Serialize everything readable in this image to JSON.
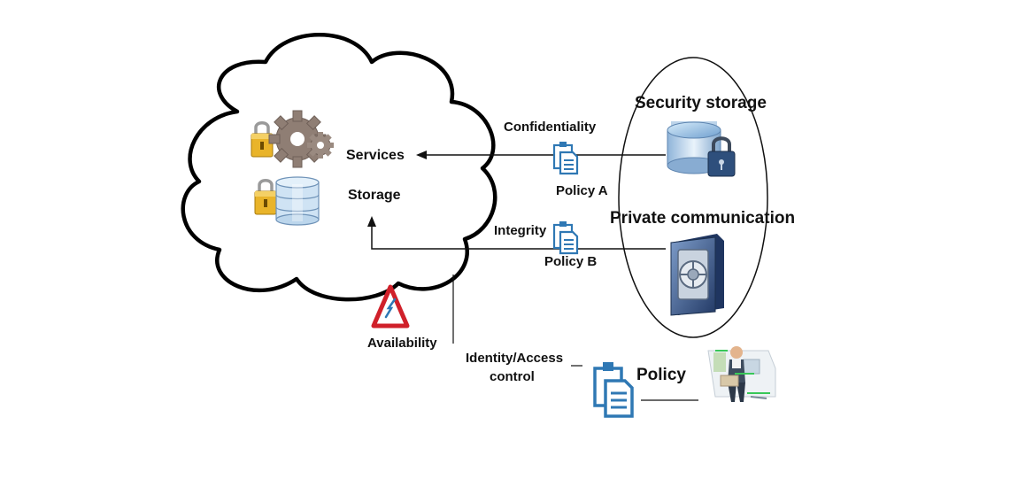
{
  "labels": {
    "services": "Services",
    "storage": "Storage",
    "confidentiality": "Confidentiality",
    "policy_a": "Policy A",
    "integrity": "Integrity",
    "policy_b": "Policy B",
    "security_storage": "Security storage",
    "private_communication": "Private communication",
    "availability": "Availability",
    "identity_access_line1": "Identity/Access",
    "identity_access_line2": "control",
    "policy": "Policy"
  },
  "icons": {
    "lock": "padlock-icon",
    "gears": "gears-icon",
    "database": "database-icon",
    "document": "clipboard-document-icon",
    "storage_lock": "secure-storage-icon",
    "vault": "vault-icon",
    "warning": "warning-triangle-icon",
    "user": "user-at-desk-icon"
  },
  "colors": {
    "stroke": "#111111",
    "doc_blue": "#2f78b4",
    "lock_gold": "#e0a91e",
    "gear_brown": "#8f7e74",
    "db_blue": "#9ac3e6",
    "warning_red": "#d0202a",
    "vault_blue": "#3a5d93"
  }
}
